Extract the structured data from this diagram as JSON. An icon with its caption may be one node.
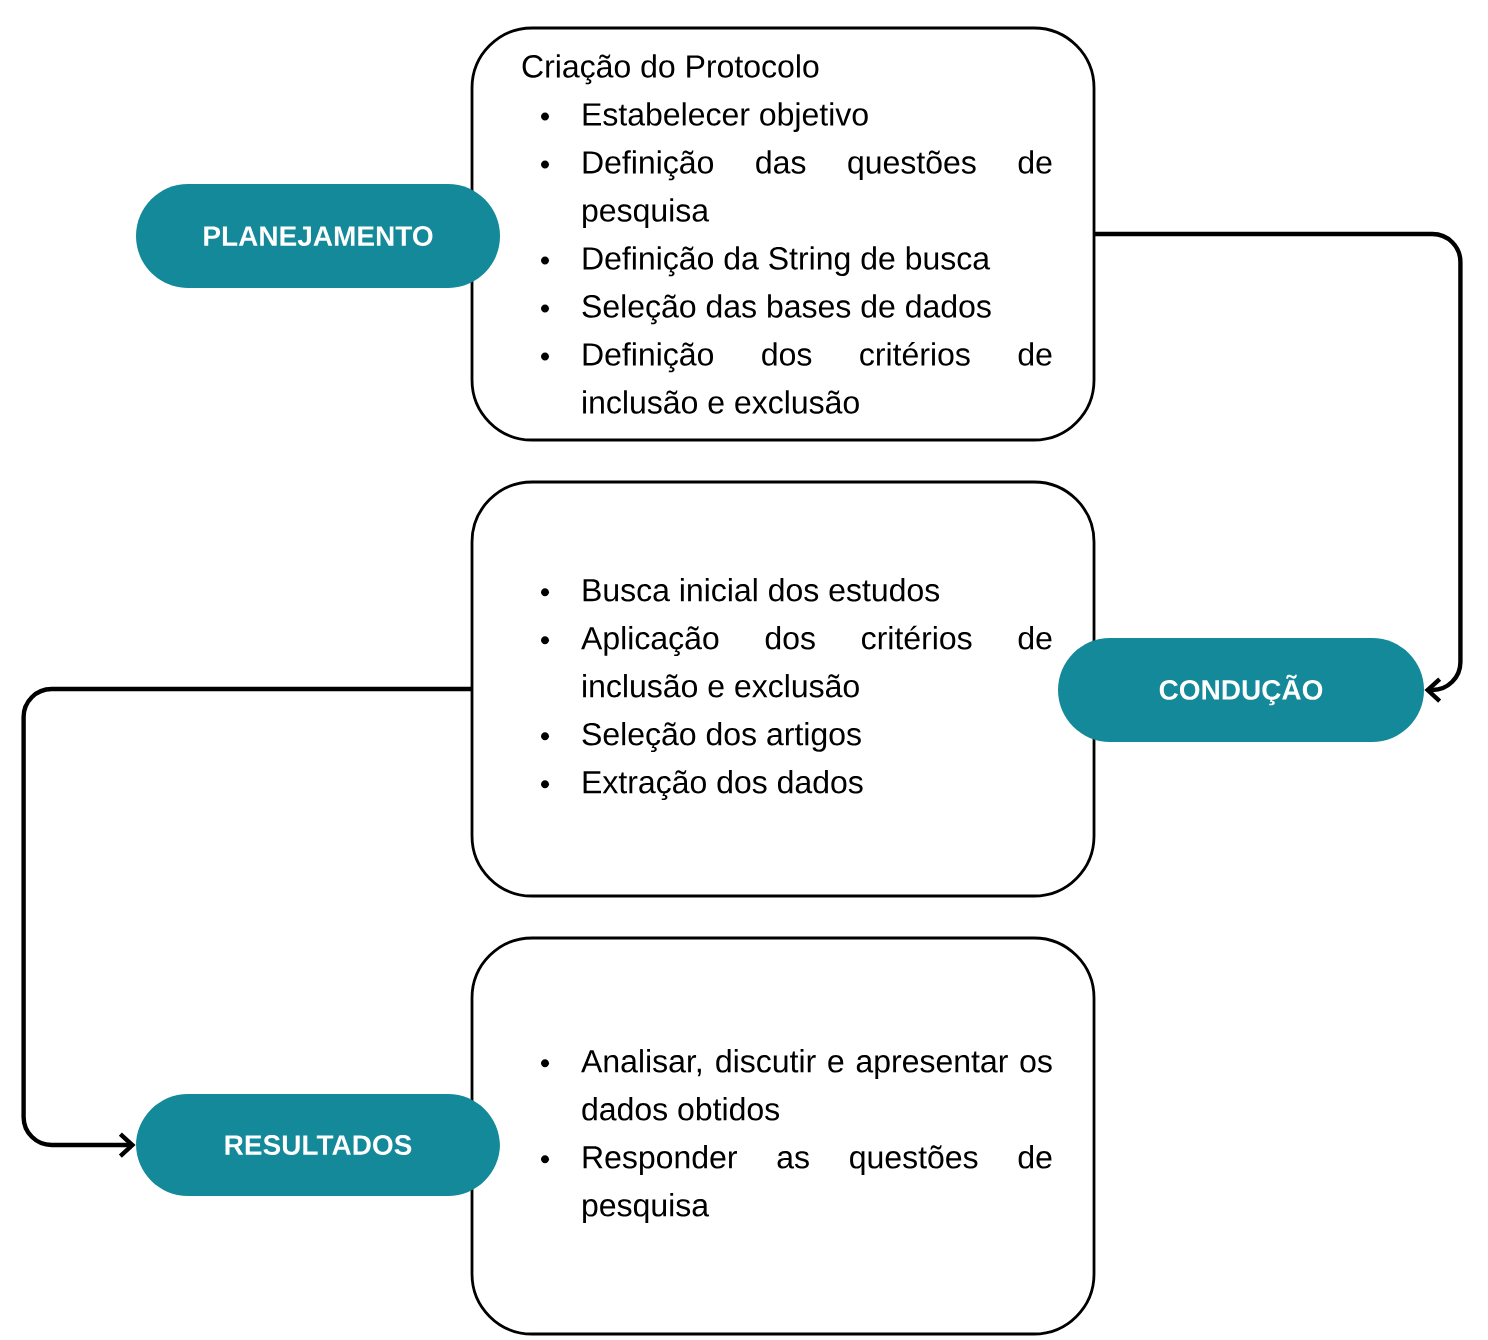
{
  "diagram": {
    "nodes": [
      {
        "text": [
          "PLANEJAMENTO"
        ]
      },
      {
        "text": [
          "Criação do Protocolo",
          "Estabelecer objetivo",
          "Definição das questões de pesquisa",
          "Definição da String de busca",
          "Seleção das bases de dados",
          "Definição dos critérios de inclusão e exclusão"
        ]
      },
      {
        "text": [
          "Busca inicial dos estudos",
          "Aplicação dos critérios de inclusão e exclusão",
          "Seleção dos artigos",
          "Extração dos dados"
        ]
      },
      {
        "text": [
          "CONDUÇÃO"
        ]
      },
      {
        "text": [
          "RESULTADOS"
        ]
      },
      {
        "text": [
          "Analisar, discutir e apresentar os dados obtidos",
          "Responder as questões de pesquisa"
        ]
      }
    ],
    "edges": [
      {
        "from": 1,
        "to": 3,
        "arrow": "to"
      },
      {
        "from": 2,
        "to": 4,
        "arrow": "to"
      }
    ]
  }
}
